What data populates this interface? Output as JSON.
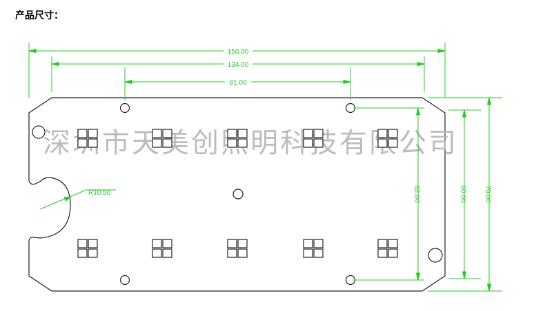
{
  "title": "产品尺寸：",
  "watermark": "深圳市天美创照明科技有限公司",
  "dimensions": {
    "overall_length": "150.00",
    "inner_length": "134.00",
    "hole_spacing": "81.00",
    "radius": "R10.50",
    "hole_vertical": "62.00",
    "inner_height": "60.00",
    "overall_height": "70.00"
  },
  "colors": {
    "outline": "#222222",
    "dimension": "#22cc22",
    "watermark": "#bcbcbc"
  },
  "led_groups": {
    "top_row": 5,
    "bottom_row": 5
  }
}
